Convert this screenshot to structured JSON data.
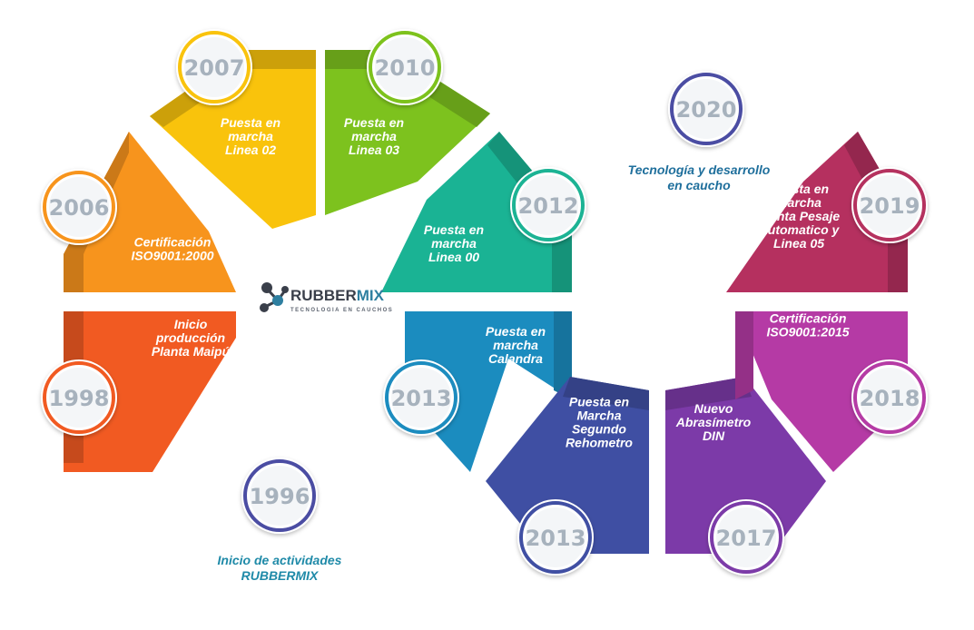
{
  "logo": {
    "name": "RUBBERMIX",
    "tagline": "TECNOLOGIA EN CAUCHOS",
    "colors": {
      "dark": "#3a3f4a",
      "accent": "#2e7fa0"
    }
  },
  "segments": [
    {
      "id": "1998",
      "year": "1998",
      "label": [
        "Inicio",
        "producción",
        "Planta Maipú"
      ],
      "color": "#f15a22"
    },
    {
      "id": "2006",
      "year": "2006",
      "label": [
        "Certificación",
        "ISO9001:2000"
      ],
      "color": "#f7941d"
    },
    {
      "id": "2007",
      "year": "2007",
      "label": [
        "Puesta en",
        "marcha",
        "Linea 02"
      ],
      "color": "#f9c30c"
    },
    {
      "id": "2010",
      "year": "2010",
      "label": [
        "Puesta en",
        "marcha",
        "Linea 03"
      ],
      "color": "#7dc21e"
    },
    {
      "id": "2012",
      "year": "2012",
      "label": [
        "Puesta en",
        "marcha",
        "Linea 00"
      ],
      "color": "#1ab394"
    },
    {
      "id": "2013a",
      "year": "2013",
      "label": [
        "Puesta en",
        "marcha",
        "Calandra"
      ],
      "color": "#1b8cbf"
    },
    {
      "id": "2013b",
      "year": "2013",
      "label": [
        "Puesta en",
        "Marcha",
        "Segundo",
        "Rehometro"
      ],
      "color": "#3f4fa3"
    },
    {
      "id": "2017",
      "year": "2017",
      "label": [
        "Nuevo",
        "Abrasímetro",
        "DIN"
      ],
      "color": "#7c3aa8"
    },
    {
      "id": "2018",
      "year": "2018",
      "label": [
        "Certificación",
        "ISO9001:2015"
      ],
      "color": "#b53aa5"
    },
    {
      "id": "2019",
      "year": "2019",
      "label": [
        "Puesta en",
        "marcha",
        "Planta Pesaje",
        "Automatico y",
        "Linea 05"
      ],
      "color": "#b5305f"
    }
  ],
  "standalone": [
    {
      "id": "1996",
      "year": "1996",
      "caption": [
        "Inicio de actividades",
        "RUBBERMIX"
      ],
      "color": "#4b4ea3",
      "caption_color": "#1f8aa8"
    },
    {
      "id": "2020",
      "year": "2020",
      "caption": [
        "Tecnología y desarrollo",
        "en caucho"
      ],
      "color": "#4b4ea3",
      "caption_color": "#1f6f9c"
    }
  ]
}
